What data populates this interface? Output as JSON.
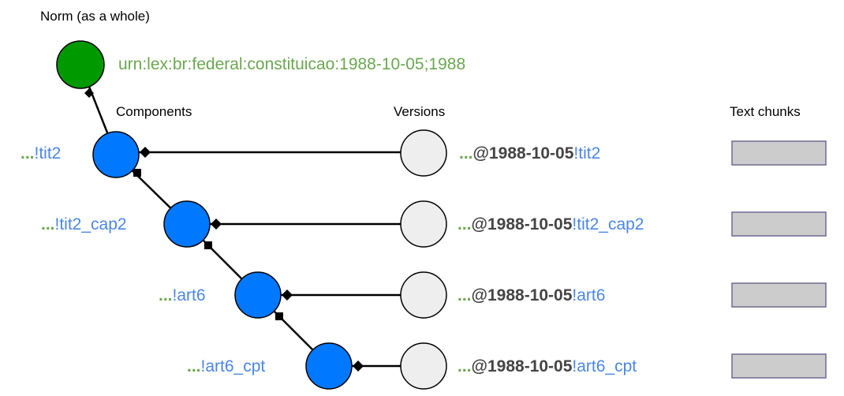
{
  "colors": {
    "norm_fill": "#009900",
    "component_fill": "#0078ff",
    "version_fill": "#eeeeee",
    "chunk_fill": "#cccccc",
    "chunk_stroke": "#6f6a93",
    "green_text": "#6aa84f",
    "blue_text": "#4a86e8",
    "dark_text": "#444444"
  },
  "headers": {
    "norm": "Norm (as a whole)",
    "components": "Components",
    "versions": "Versions",
    "text_chunks": "Text chunks"
  },
  "norm": {
    "urn": "urn:lex:br:federal:constituicao:1988-10-05;1988"
  },
  "rows": [
    {
      "ellipsis": "...",
      "component": "!tit2",
      "version_prefix": "...",
      "version_date": "@1988-10-05",
      "version_suffix": "!tit2"
    },
    {
      "ellipsis": "...",
      "component": "!tit2_cap2",
      "version_prefix": "...",
      "version_date": "@1988-10-05",
      "version_suffix": "!tit2_cap2"
    },
    {
      "ellipsis": "...",
      "component": "!art6",
      "version_prefix": "...",
      "version_date": "@1988-10-05",
      "version_suffix": "!art6"
    },
    {
      "ellipsis": "...",
      "component": "!art6_cpt",
      "version_prefix": "...",
      "version_date": "@1988-10-05",
      "version_suffix": "!art6_cpt"
    }
  ]
}
